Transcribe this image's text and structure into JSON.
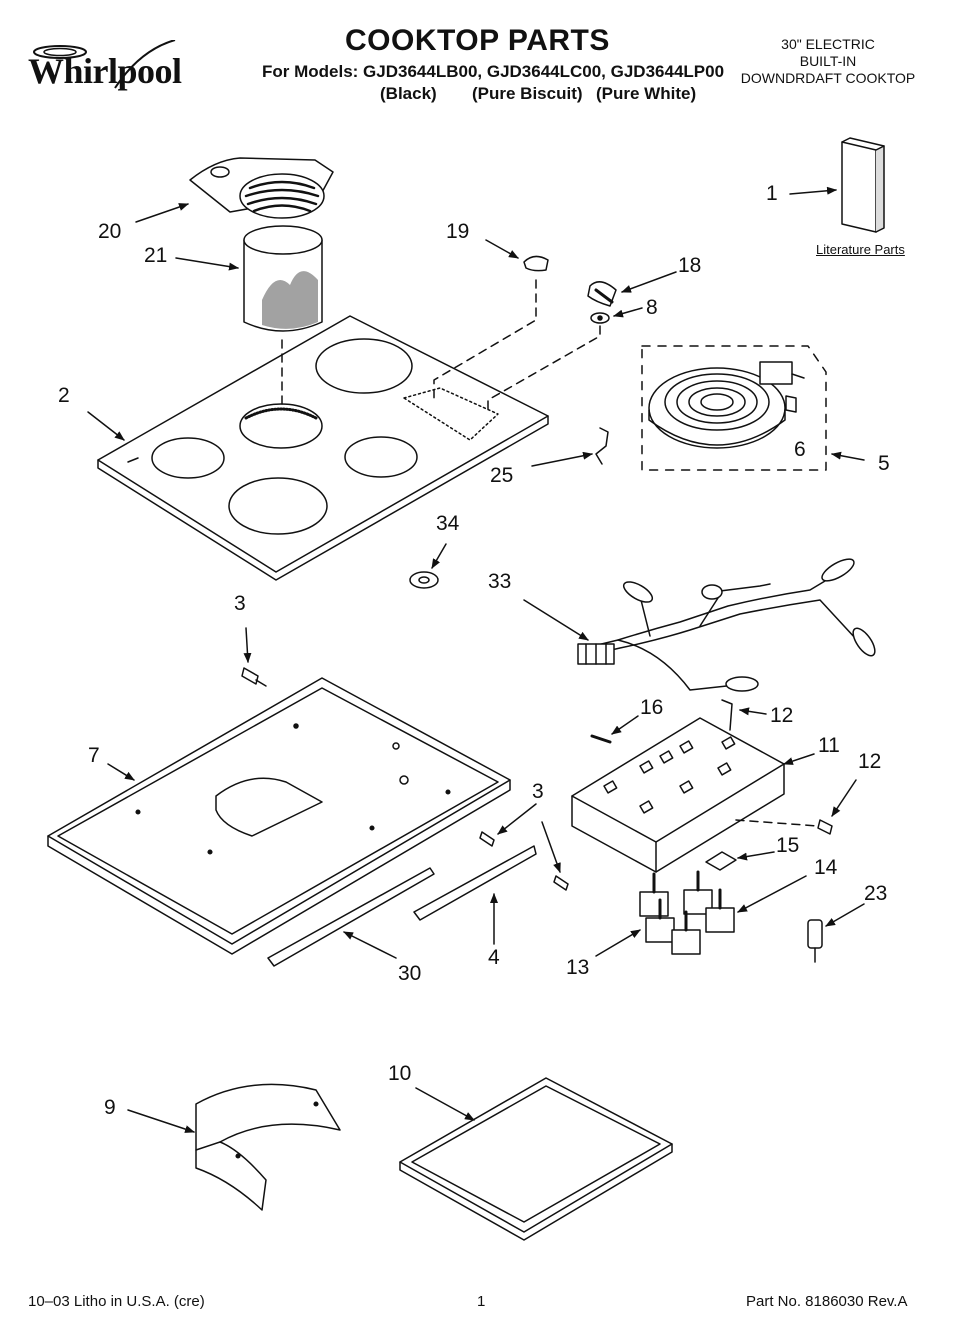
{
  "header": {
    "brand": "Whirlpool",
    "title": "COOKTOP PARTS",
    "models_line": "For Models: GJD3644LB00, GJD3644LC00, GJD3644LP00",
    "color_black": "(Black)",
    "color_biscuit": "(Pure Biscuit)",
    "color_white": "(Pure White)",
    "spec_line1": "30\" ELECTRIC",
    "spec_line2": "BUILT-IN",
    "spec_line3": "DOWNDRDAFT COOKTOP"
  },
  "literature_label": "Literature Parts",
  "callouts": {
    "c1": "1",
    "c2": "2",
    "c3a": "3",
    "c3b": "3",
    "c4": "4",
    "c5": "5",
    "c6": "6",
    "c7": "7",
    "c8": "8",
    "c9": "9",
    "c10": "10",
    "c11": "11",
    "c12a": "12",
    "c12b": "12",
    "c13": "13",
    "c14": "14",
    "c15": "15",
    "c16": "16",
    "c18": "18",
    "c19": "19",
    "c20": "20",
    "c21": "21",
    "c23": "23",
    "c25": "25",
    "c30": "30",
    "c33": "33",
    "c34": "34"
  },
  "footer": {
    "litho": "10–03 Litho in U.S.A. (cre)",
    "page": "1",
    "part_no": "Part No. 8186030 Rev.A"
  }
}
